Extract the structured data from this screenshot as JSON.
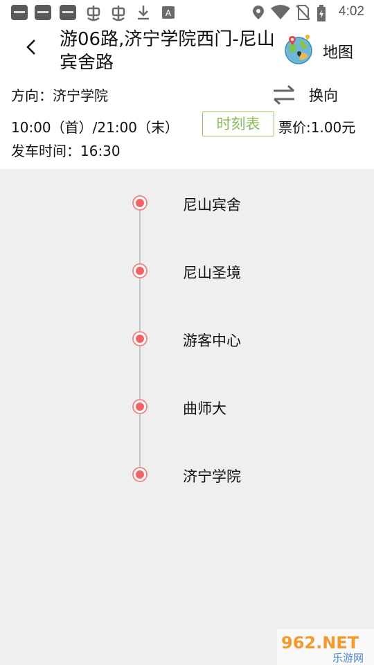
{
  "status_bar": {
    "time": "4:02",
    "icons": [
      "app-icon",
      "app-icon",
      "app-icon",
      "bug-icon",
      "bug-icon",
      "download-icon",
      "a-badge-icon",
      "location-icon",
      "wifi-icon",
      "no-sim-icon",
      "battery-icon"
    ]
  },
  "header": {
    "title": "游06路,济宁学院西门-尼山宾舍路",
    "back_icon": "chevron-left-icon",
    "map_icon": "globe-map-icon",
    "map_label": "地图"
  },
  "info": {
    "direction": "方向：济宁学院",
    "swap_icon": "swap-arrows-icon",
    "swap_label": "换向",
    "service_hours": "10:00（首）/21:00（末）",
    "schedule_button": "时刻表",
    "fare": "票价:1.00元",
    "departure": "发车时间：16:30"
  },
  "stations": [
    {
      "name": "尼山宾舍"
    },
    {
      "name": "尼山圣境"
    },
    {
      "name": "游客中心"
    },
    {
      "name": "曲师大"
    },
    {
      "name": "济宁学院"
    }
  ],
  "watermark": {
    "text_main": "962.NET",
    "text_sub": "乐游网"
  },
  "colors": {
    "accent_green": "#8ab85a",
    "station_dot": "#f06666",
    "background": "#efefef"
  }
}
